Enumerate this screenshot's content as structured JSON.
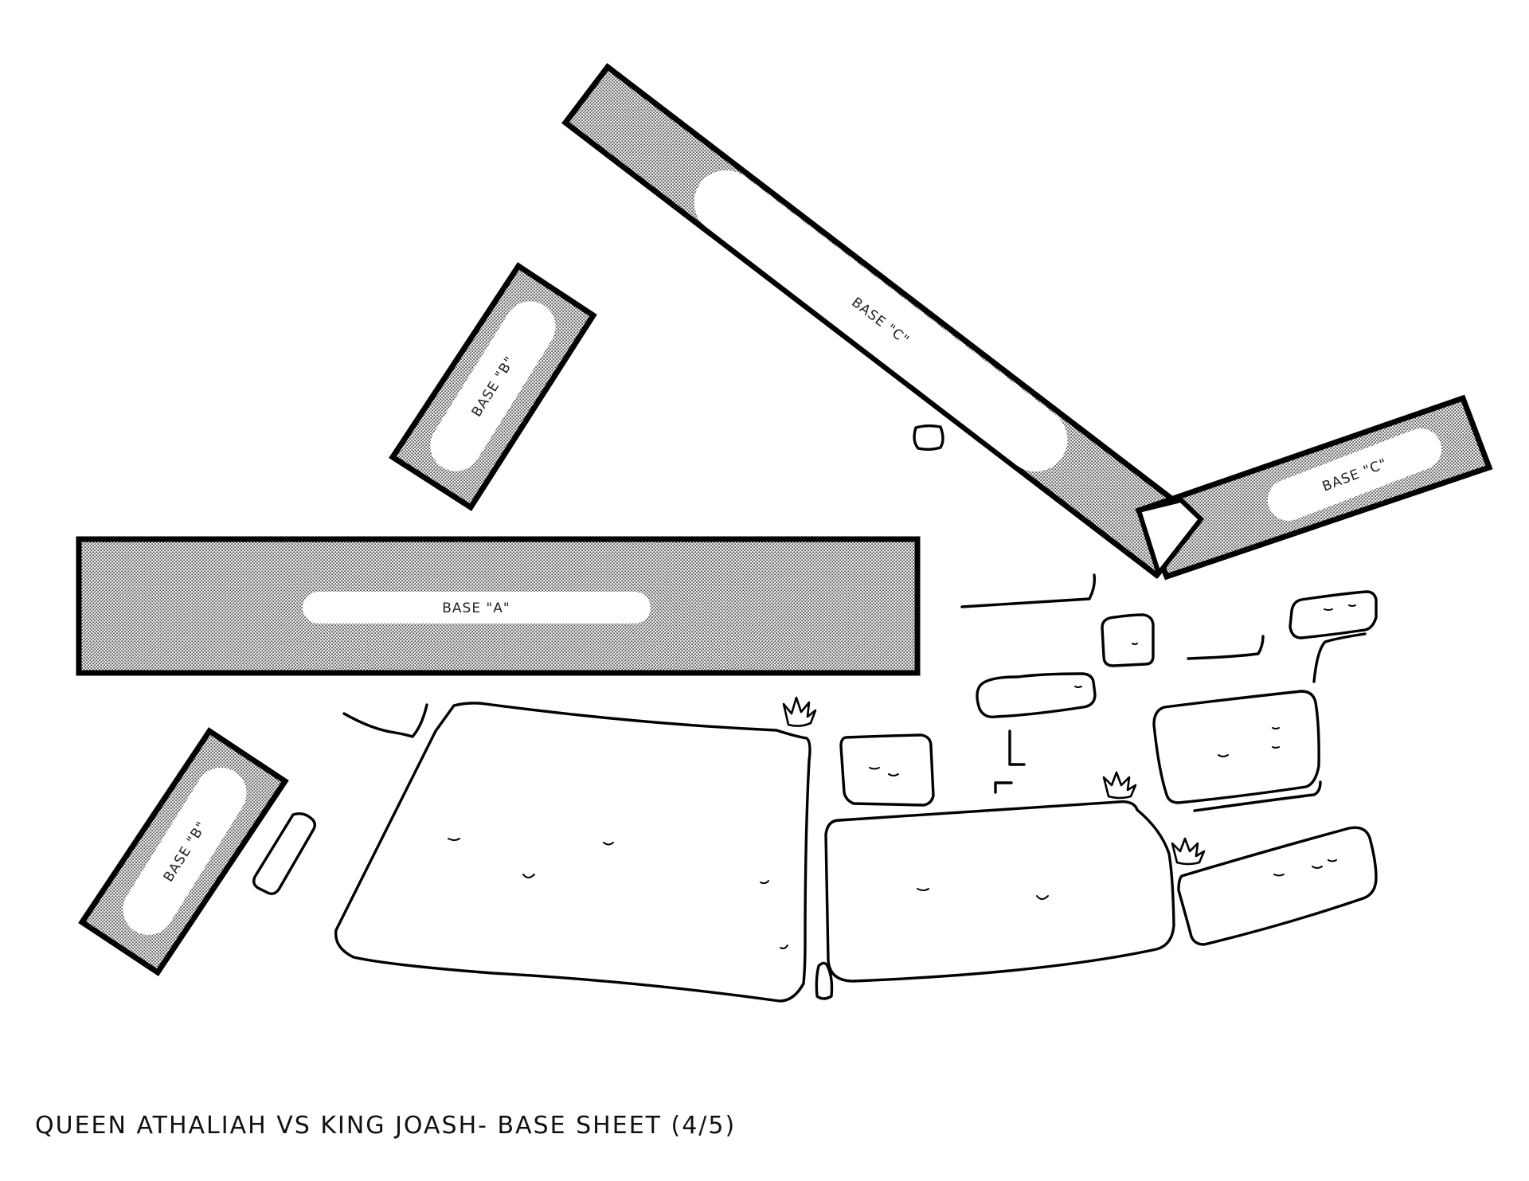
{
  "caption": "QUEEN ATHALIAH VS KING JOASH- BASE SHEET (4/5)",
  "bases": {
    "a": {
      "label": "BASE \"A\""
    },
    "b_upper": {
      "label": "BASE \"B\""
    },
    "b_lower": {
      "label": "BASE \"B\""
    },
    "c_long": {
      "label": "BASE \"C\""
    },
    "c_short": {
      "label": "BASE \"C\""
    }
  },
  "colors": {
    "ink": "#000000",
    "paper": "#ffffff",
    "screentone": "#9a9a9a"
  }
}
